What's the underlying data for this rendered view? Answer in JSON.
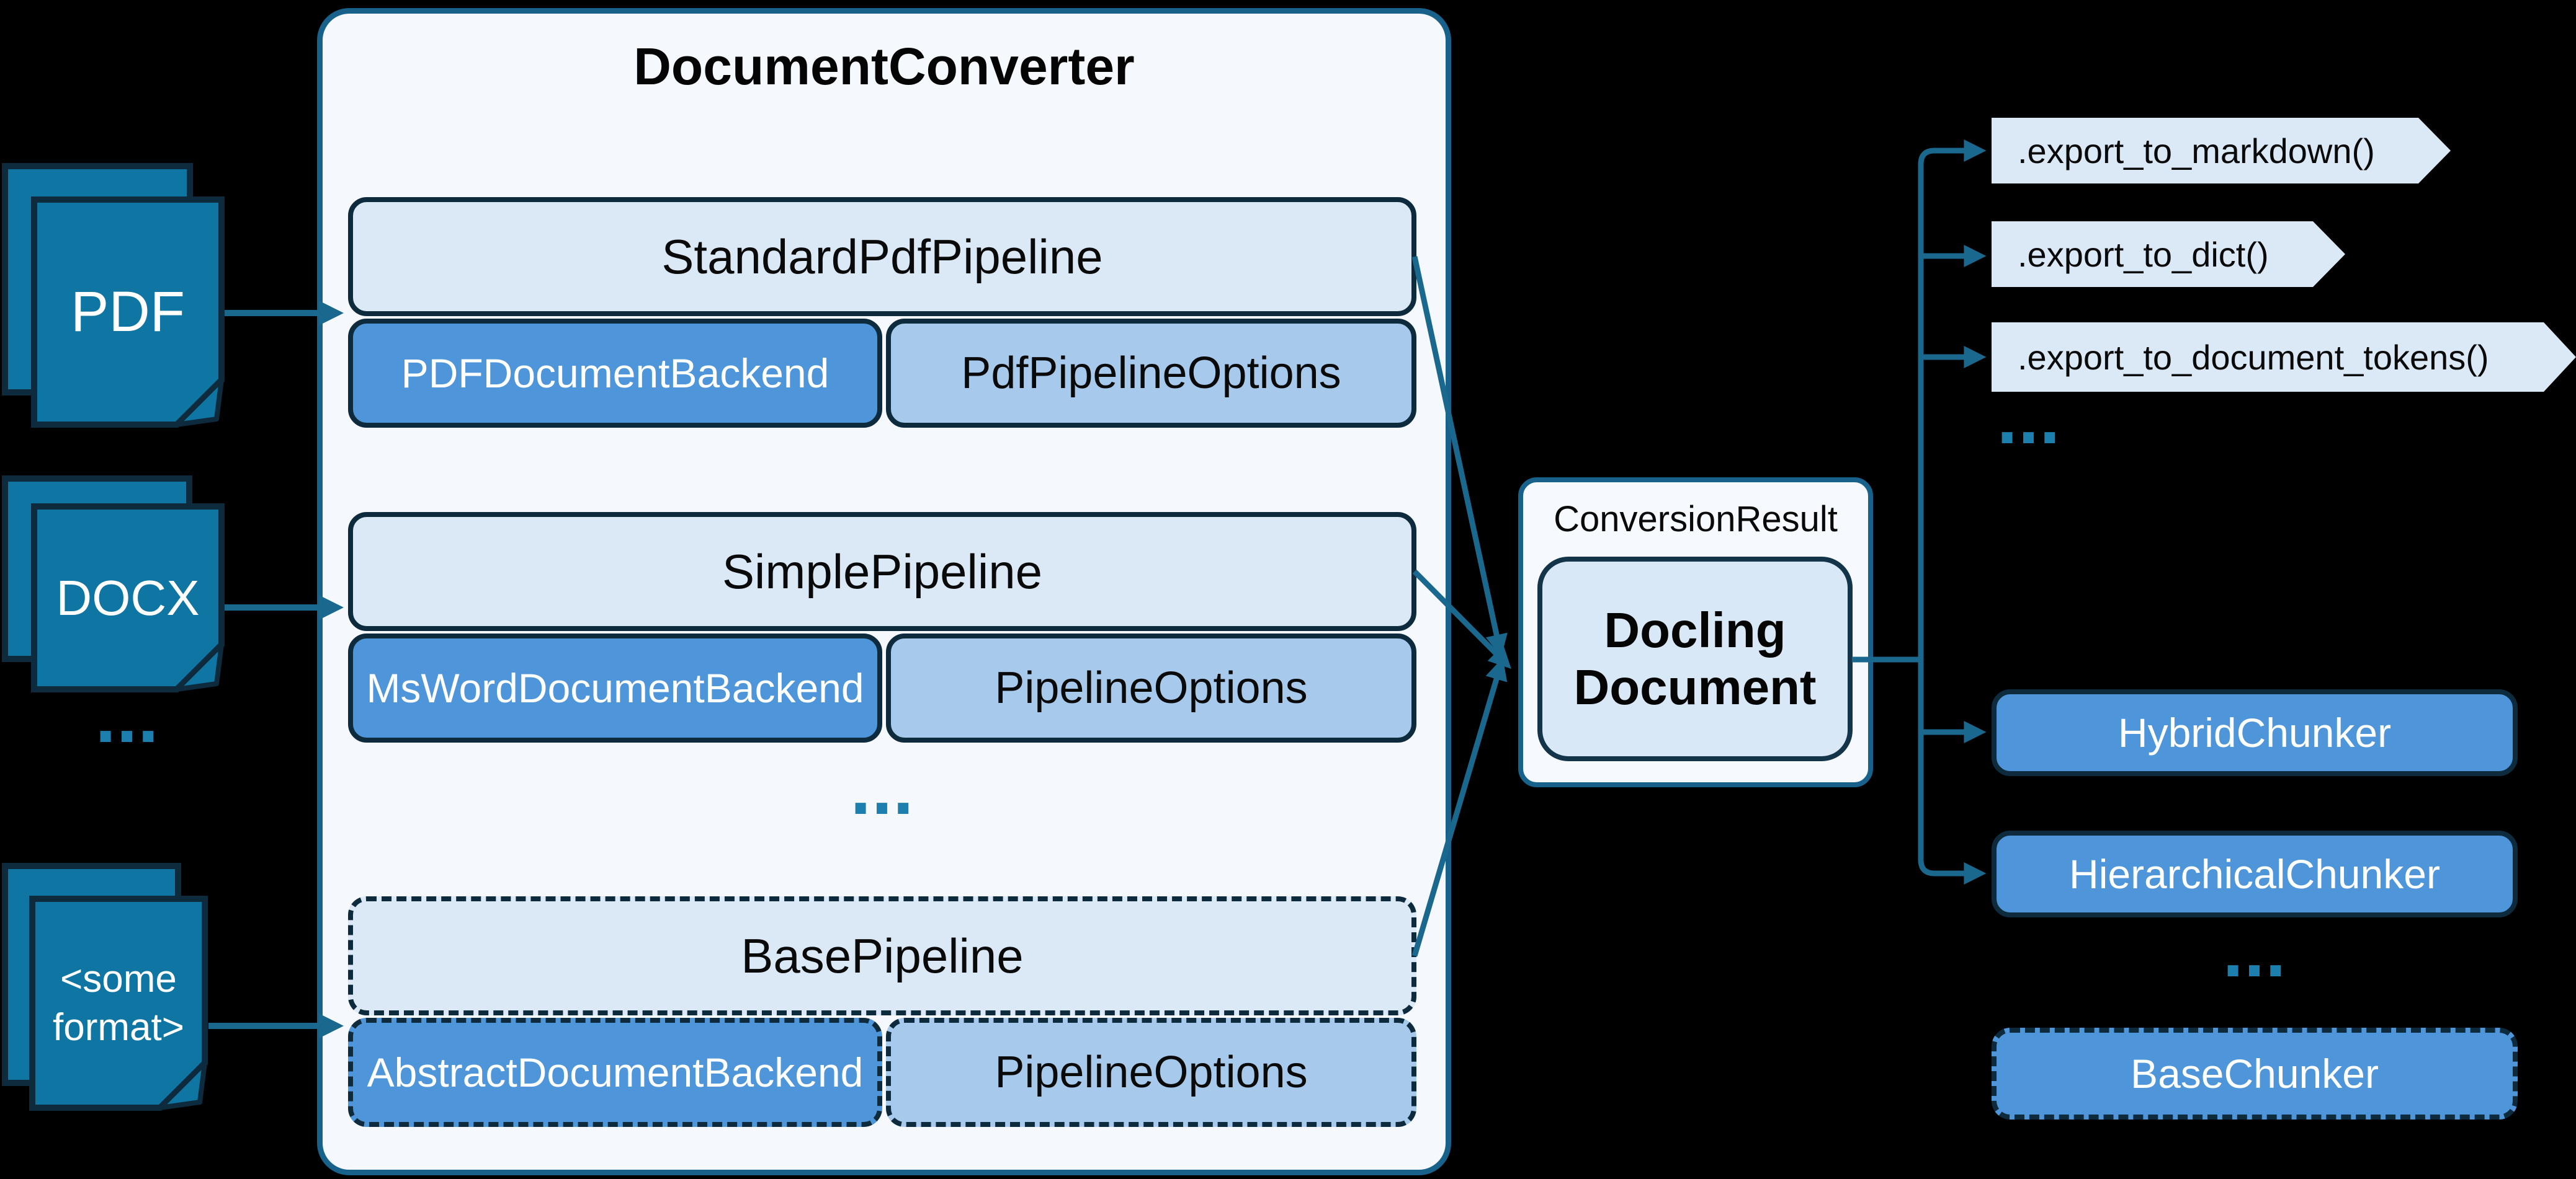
{
  "diagram": {
    "title": "DocumentConverter",
    "inputs": {
      "pdf": "PDF",
      "docx": "DOCX",
      "ellipsis": "...",
      "other": "<some format>"
    },
    "converter": {
      "pipelines": [
        {
          "name": "StandardPdfPipeline",
          "backend": "PDFDocumentBackend",
          "options": "PdfPipelineOptions"
        },
        {
          "name": "SimplePipeline",
          "backend": "MsWordDocumentBackend",
          "options": "PipelineOptions"
        },
        {
          "name": "BasePipeline",
          "backend": "AbstractDocumentBackend",
          "options": "PipelineOptions"
        }
      ],
      "ellipsis": "..."
    },
    "result": {
      "label": "ConversionResult",
      "document": "Docling Document"
    },
    "exports": {
      "items": [
        ".export_to_markdown()",
        ".export_to_dict()",
        ".export_to_document_tokens()"
      ],
      "ellipsis": "..."
    },
    "chunkers": {
      "items": [
        "HybridChunker",
        "HierarchicalChunker"
      ],
      "ellipsis": "...",
      "base": "BaseChunker"
    },
    "colors": {
      "background": "#000000",
      "connector_teal": "#1b688e",
      "document_fill": "#0f76a3",
      "dark_border": "#0d2b3d",
      "panel_fill": "#f5f8fc",
      "panel_border": "#17618a",
      "box_light_blue": "#dbe8f6",
      "box_medium_blue": "#a6c9ec",
      "box_blue": "#4e96d9",
      "ellipsis_teal": "#1d7fae"
    }
  }
}
